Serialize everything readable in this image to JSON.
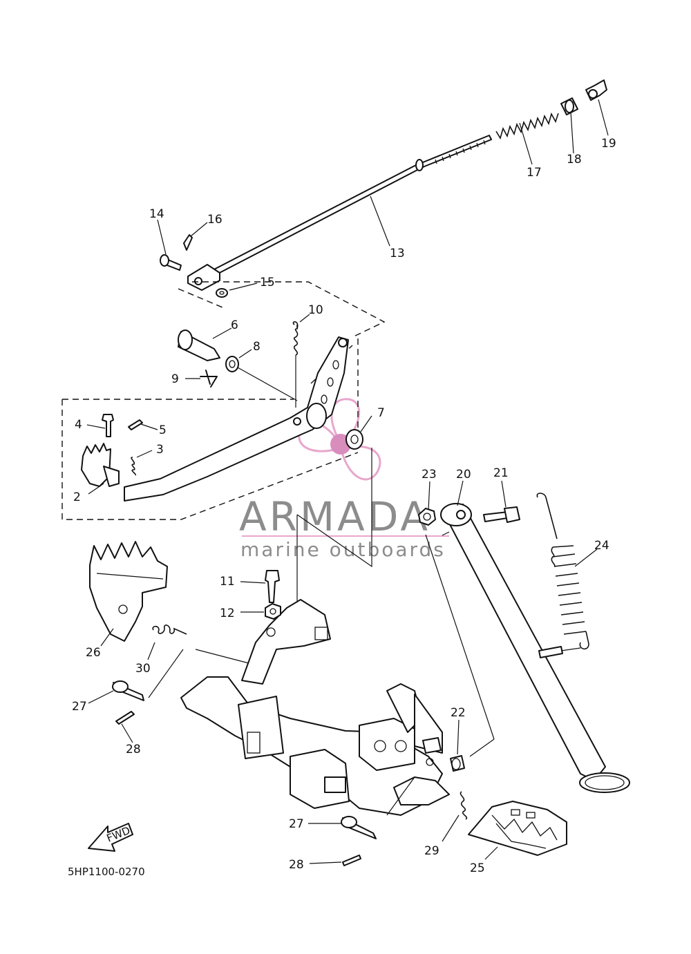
{
  "diagram": {
    "drawing_code": "5HP1100-0270",
    "fwd_label": "FWD",
    "watermark": {
      "title": "ARMADA",
      "subtitle": "marine outboards",
      "colors": {
        "title": "#8c8c8c",
        "subtitle": "#8c8c8c",
        "propeller": "#e8a6cc",
        "propeller_hub": "#d98dbd"
      }
    },
    "callouts": [
      "2",
      "3",
      "4",
      "5",
      "6",
      "7",
      "8",
      "9",
      "10",
      "11",
      "12",
      "13",
      "14",
      "15",
      "16",
      "17",
      "18",
      "19",
      "20",
      "21",
      "22",
      "23",
      "24",
      "25",
      "26",
      "27",
      "27",
      "28",
      "28",
      "29",
      "30"
    ],
    "icons": {
      "fwd_arrow": "arrow-left-icon",
      "logo": "propeller-icon"
    }
  }
}
